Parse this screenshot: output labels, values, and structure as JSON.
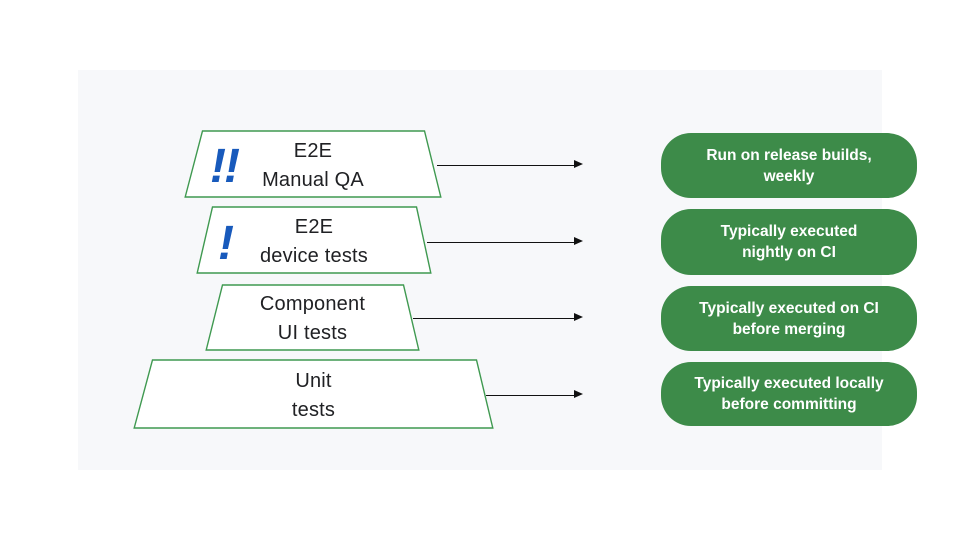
{
  "colors": {
    "page_bg": "#ffffff",
    "panel_bg": "#f7f8fa",
    "trapezoid_fill": "#ffffff",
    "trapezoid_border": "#3f9950",
    "callout_bg": "#3d8b49",
    "callout_text": "#ffffff",
    "label_text": "#202124",
    "exclamation_blue": "#185abc",
    "arrow": "#111111"
  },
  "diagram": {
    "rows": [
      {
        "id": "e2e-manual-qa",
        "icon": "double-exclamation-icon",
        "icon_glyph": "!!",
        "label_line1": "E2E",
        "label_line2": "Manual QA",
        "callout_line1": "Run on release builds,",
        "callout_line2": "weekly"
      },
      {
        "id": "e2e-device-tests",
        "icon": "exclamation-icon",
        "icon_glyph": "!",
        "label_line1": "E2E",
        "label_line2": "device tests",
        "callout_line1": "Typically executed",
        "callout_line2": "nightly on CI"
      },
      {
        "id": "component-ui-tests",
        "label_line1": "Component",
        "label_line2": "UI tests",
        "callout_line1": "Typically executed on CI",
        "callout_line2": "before merging"
      },
      {
        "id": "unit-tests",
        "label_line1": "Unit",
        "label_line2": "tests",
        "callout_line1": "Typically executed locally",
        "callout_line2": "before committing"
      }
    ]
  }
}
